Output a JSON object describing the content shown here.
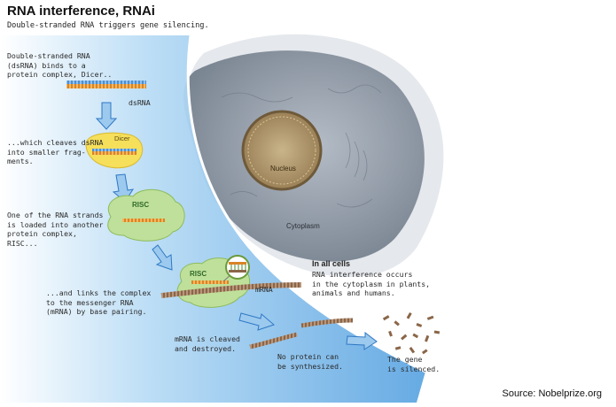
{
  "title": "RNA interference, RNAi",
  "subtitle": "Double-stranded RNA triggers gene silencing.",
  "steps": {
    "step1": "Double-stranded RNA\n(dsRNA) binds to a\nprotein complex, Dicer..",
    "step2": "...which cleaves dsRNA\ninto smaller frag-\nments.",
    "step3": "One of the RNA strands\nis loaded into another\nprotein complex,\nRISC...",
    "step4": "...and links the complex\nto the messenger RNA\n(mRNA) by base pairing.",
    "step5": "mRNA is cleaved\nand destroyed.",
    "step6": "No protein can\nbe synthesized.",
    "step7": "The gene\nis silenced."
  },
  "labels": {
    "dsrna": "dsRNA",
    "dicer": "Dicer",
    "risc1": "RISC",
    "risc2": "RISC",
    "mrna": "mRNA",
    "nucleus": "Nucleus",
    "cytoplasm": "Cytoplasm"
  },
  "info": {
    "heading": "In all cells",
    "body": "RNA interference occurs\nin the cytoplasm in plants,\nanimals and humans."
  },
  "source": "Source: Nobelprize.org",
  "colors": {
    "band_blue": "#6fb0e6",
    "band_light": "#cfe6f8",
    "cell_gray": "#9aa3ad",
    "nucleus": "#b59a6a",
    "dicer_yellow": "#f6df5a",
    "risc_green": "#b8dc8c",
    "rna_orange": "#e89a3a",
    "rna_blue": "#6aa0d8",
    "mrna_brown": "#9a7658"
  }
}
